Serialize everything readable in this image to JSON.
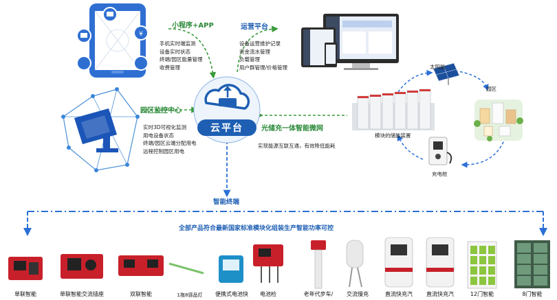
{
  "app": {
    "title": "小程序+APP",
    "lines": [
      "手机实时端监测",
      "设备实时状态",
      "终端/园区能量管理",
      "收费管理"
    ]
  },
  "ops": {
    "title": "运营平台",
    "lines": [
      "设备运营维护记录",
      "资金流水管理",
      "负载管理",
      "用户群管理/价格管理"
    ]
  },
  "park": {
    "title": "园区监控中心",
    "lines": [
      "实时3D可视化监测",
      "用电设备状态",
      "终端/园区云端分配用电",
      "远程控制园区用电"
    ]
  },
  "cloud": {
    "label": "云平台"
  },
  "microgrid": {
    "title": "光储充一体智能微网",
    "desc": "实现能源互联互通，有效降低能耗"
  },
  "energy": {
    "solar": "太阳能",
    "park_zone": "园区",
    "storage": "模块的储能装置",
    "charger": "充电桩"
  },
  "terminal": {
    "label": "智能终端"
  },
  "banner": "全部产品符合最新国家标准模块化组装生产智能功率可控",
  "products": [
    "单联智能",
    "单联智能交流插座",
    "双联智能",
    "1拖8感品灯",
    "便携式电池快",
    "电池检",
    "老年代步车/",
    "交流慢充",
    "直流快充汽",
    "直流快充汽",
    "12门智能",
    "8门智能"
  ],
  "colors": {
    "blue": "#1e5fb3",
    "green": "#2c8a3a",
    "light_blue": "#4a90d9",
    "dash": "#2a6fd6"
  }
}
